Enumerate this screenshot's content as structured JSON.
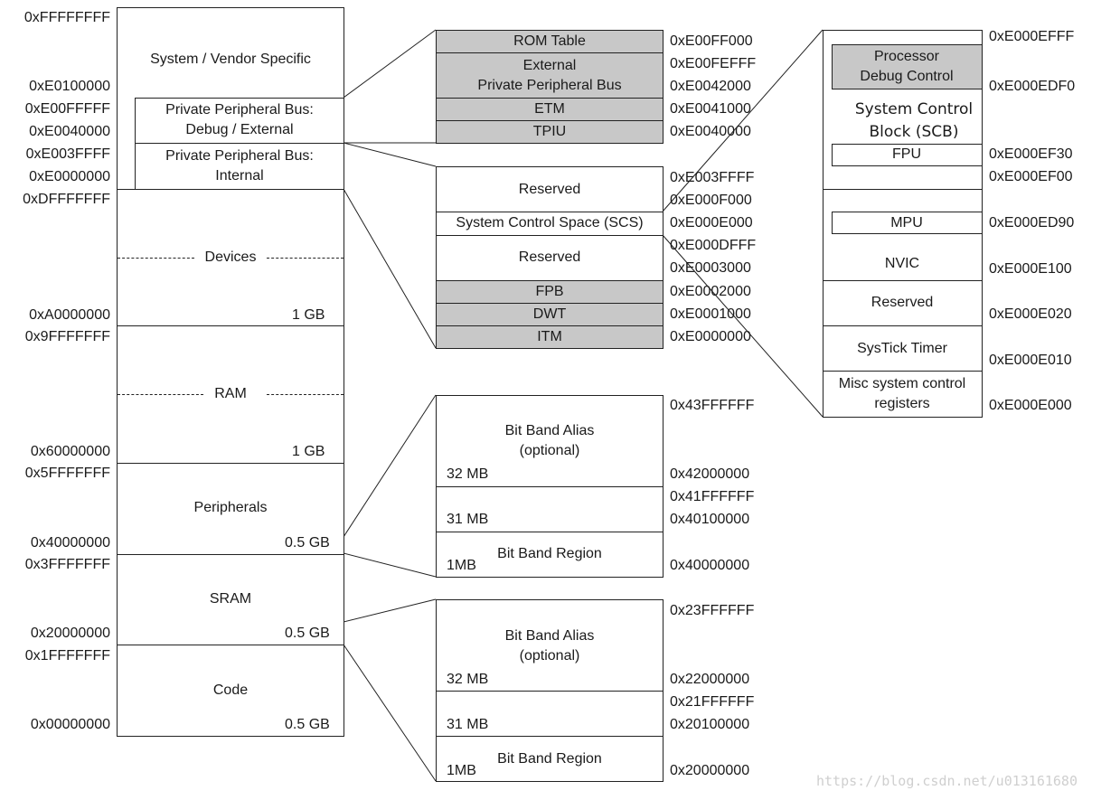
{
  "memory_map": {
    "regions": {
      "system": "System / Vendor Specific",
      "ppb_debug": "Private Peripheral Bus:\nDebug / External",
      "ppb_internal": "Private Peripheral Bus:\nInternal",
      "devices": "Devices",
      "devices_size": "1 GB",
      "ram": "RAM",
      "ram_size": "1 GB",
      "peripherals": "Peripherals",
      "peripherals_size": "0.5 GB",
      "sram": "SRAM",
      "sram_size": "0.5 GB",
      "code": "Code",
      "code_size": "0.5 GB"
    },
    "addresses": [
      "0xFFFFFFFF",
      "0xE0100000",
      "0xE00FFFFF",
      "0xE0040000",
      "0xE003FFFF",
      "0xE0000000",
      "0xDFFFFFFF",
      "0xA0000000",
      "0x9FFFFFFF",
      "0x60000000",
      "0x5FFFFFFF",
      "0x40000000",
      "0x3FFFFFFF",
      "0x20000000",
      "0x1FFFFFFF",
      "0x00000000"
    ]
  },
  "external_ppb": {
    "blocks": [
      "ROM Table",
      "External\nPrivate Peripheral Bus",
      "ETM",
      "TPIU"
    ],
    "addresses": [
      "0xE00FF000",
      "0xE00FEFFF",
      "0xE0042000",
      "0xE0041000",
      "0xE0040000"
    ]
  },
  "internal_ppb": {
    "blocks": [
      "Reserved",
      "System Control Space (SCS)",
      "Reserved",
      "FPB",
      "DWT",
      "ITM"
    ],
    "addresses": [
      "0xE003FFFF",
      "0xE000F000",
      "0xE000E000",
      "0xE000DFFF",
      "0xE0003000",
      "0xE0002000",
      "0xE0001000",
      "0xE0000000"
    ]
  },
  "scs": {
    "blocks": [
      "Processor\nDebug Control",
      "System Control\nBlock (SCB)",
      "FPU",
      "MPU",
      "NVIC",
      "Reserved",
      "SysTick Timer",
      "Misc system control\nregisters"
    ],
    "addresses": [
      "0xE000EFFF",
      "0xE000EDF0",
      "0xE000EF30",
      "0xE000EF00",
      "0xE000ED90",
      "0xE000E100",
      "0xE000E020",
      "0xE000E010",
      "0xE000E000"
    ]
  },
  "bitband_peripheral": {
    "alias": "Bit Band Alias\n(optional)",
    "alias_size": "32 MB",
    "gap_size": "31 MB",
    "region": "Bit Band Region",
    "region_size": "1MB",
    "addresses": [
      "0x43FFFFFF",
      "0x42000000",
      "0x41FFFFFF",
      "0x40100000",
      "0x40000000"
    ]
  },
  "bitband_sram": {
    "alias": "Bit Band Alias\n(optional)",
    "alias_size": "32 MB",
    "gap_size": "31 MB",
    "region": "Bit Band Region",
    "region_size": "1MB",
    "addresses": [
      "0x23FFFFFF",
      "0x22000000",
      "0x21FFFFFF",
      "0x20100000",
      "0x20000000"
    ]
  },
  "watermark": "https://blog.csdn.net/u013161680",
  "colors": {
    "shade": "#c8c8c8",
    "line": "#222222"
  }
}
